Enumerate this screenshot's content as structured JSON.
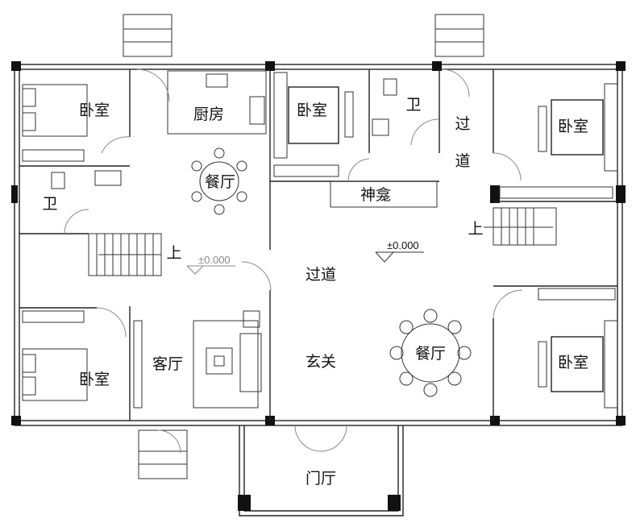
{
  "rooms": {
    "bedroom_top_left": "卧室",
    "kitchen": "厨房",
    "bedroom_top_middle": "卧室",
    "bath_top_middle": "卫",
    "corridor_right_vertical_1": "过",
    "corridor_right_vertical_2": "道",
    "bedroom_top_right": "卧室",
    "dining_left": "餐厅",
    "bath_left": "卫",
    "shrine": "神龛",
    "stair_left_up": "上",
    "stair_right_up": "上",
    "corridor_center": "过道",
    "living_room": "客厅",
    "foyer": "玄关",
    "dining_center": "餐厅",
    "bedroom_bottom_left": "卧室",
    "bedroom_bottom_right": "卧室",
    "entrance_hall": "门厅"
  },
  "levels": {
    "left": "±0.000",
    "center": "±0.000"
  }
}
